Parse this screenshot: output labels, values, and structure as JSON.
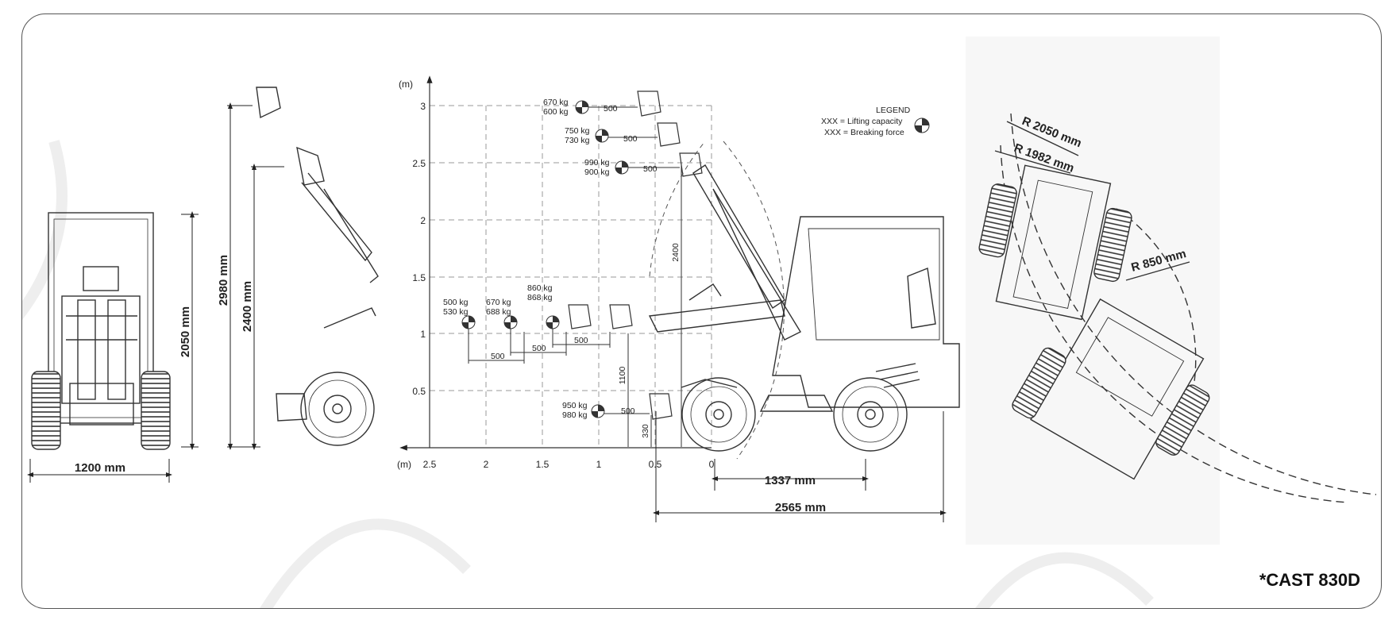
{
  "front_view": {
    "width": "1200 mm",
    "height": "2050 mm"
  },
  "side_view": {
    "height_max": "2980 mm",
    "height_pin": "2400 mm"
  },
  "chart": {
    "axis_unit": "(m)",
    "x_ticks": [
      "2.5",
      "2",
      "1.5",
      "1",
      "0.5",
      "0"
    ],
    "y_ticks": [
      "3",
      "2.5",
      "2",
      "1.5",
      "1",
      "0.5"
    ],
    "legend_title": "LEGEND",
    "legend_lifting": "XXX = Lifting capacity",
    "legend_breaking": "XXX = Breaking force",
    "loads": [
      {
        "lift": "670 kg",
        "break": "600 kg",
        "offset": "500"
      },
      {
        "lift": "750 kg",
        "break": "730 kg",
        "offset": "500"
      },
      {
        "lift": "990 kg",
        "break": "900 kg",
        "offset": "500"
      },
      {
        "lift": "500 kg",
        "break": "530 kg"
      },
      {
        "lift": "670 kg",
        "break": "688 kg"
      },
      {
        "lift": "860 kg",
        "break": "868 kg"
      },
      {
        "lift": "950 kg",
        "break": "980 kg",
        "offset": "500"
      }
    ],
    "bottom_offsets": [
      "500",
      "500",
      "500"
    ],
    "dim_2400": "2400",
    "dim_1100": "1100",
    "dim_330": "330",
    "wheelbase": "1337 mm",
    "length": "2565 mm"
  },
  "turning": {
    "r_outer": "R 2050 mm",
    "r_inner": "R 1982 mm",
    "r_min": "R 850 mm"
  },
  "model": "*CAST 830D"
}
